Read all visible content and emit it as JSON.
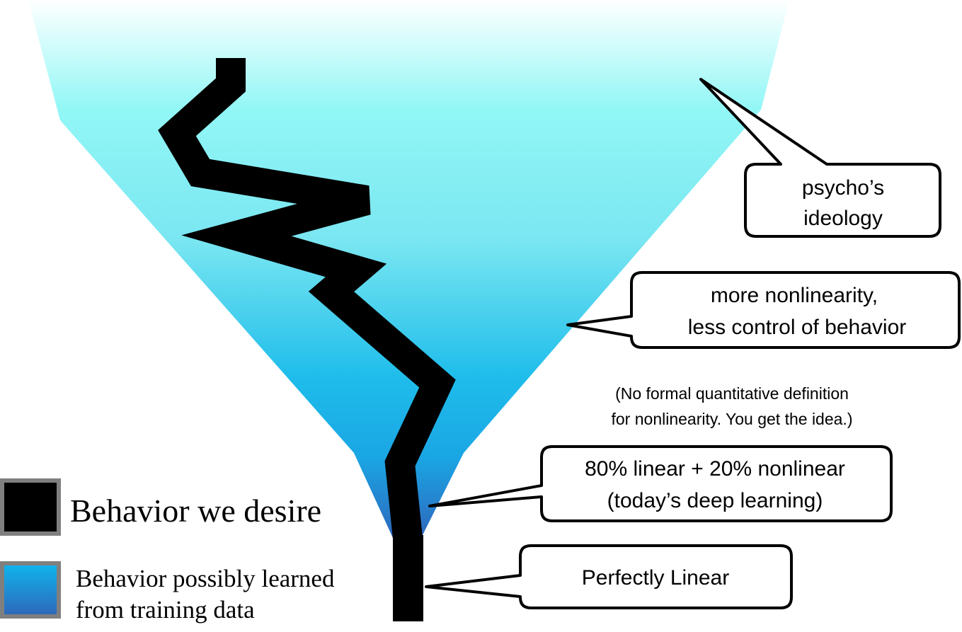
{
  "callouts": {
    "psycho": {
      "line1": "psycho’s",
      "line2": "ideology"
    },
    "nonlinearity": {
      "line1": "more nonlinearity,",
      "line2": "less control of behavior"
    },
    "today": {
      "line1": "80% linear + 20% nonlinear",
      "line2": "(today’s deep learning)"
    },
    "linear": {
      "line1": "Perfectly Linear"
    }
  },
  "note": {
    "line1": "(No formal quantitative definition",
    "line2": "for nonlinearity. You get the idea.)"
  },
  "legend": {
    "desired": {
      "label": "Behavior we desire",
      "color": "#000000"
    },
    "learned": {
      "line1": "Behavior possibly learned",
      "line2": "from training data",
      "color": "#12a9e6"
    }
  },
  "colors": {
    "funnel_top": "#ffffff",
    "funnel_mid": "#7cecf2",
    "funnel_low": "#12b0ec",
    "funnel_bottom": "#2a6fc0",
    "desired_path": "#000000"
  }
}
